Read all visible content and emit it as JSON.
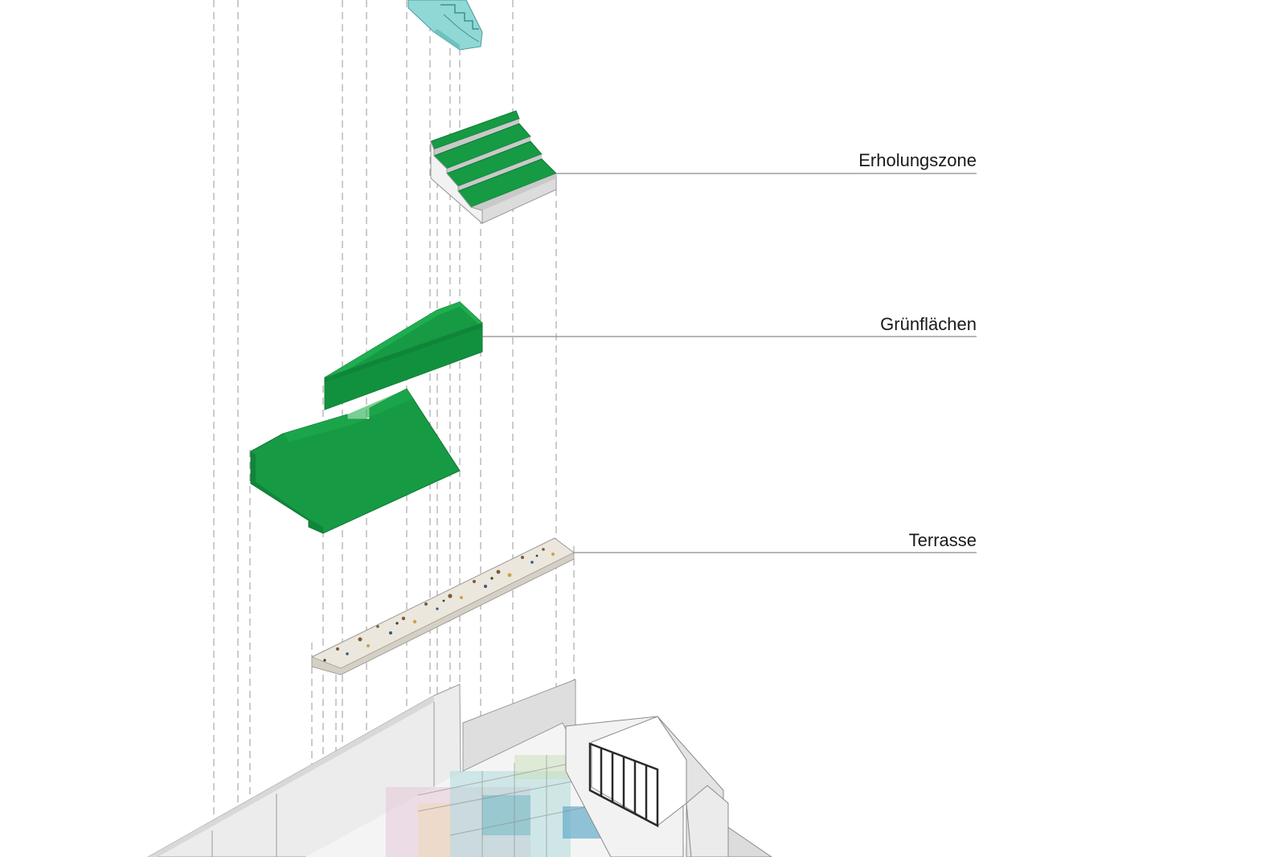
{
  "labels": {
    "recreation_zone": "Erholungszone",
    "green_areas": "Grünflächen",
    "terrace": "Terrasse"
  },
  "colors": {
    "green": "#169a44",
    "green_dark": "#0d7a33",
    "green_shade": "#1c8f40",
    "concrete": "#e9e9e9",
    "concrete_shade": "#d0d0d0",
    "glass": "#8fd8d6",
    "terrazzo": "#ece7dc",
    "window_frame": "#2a2a2a"
  },
  "icons": {
    "stair_glass": "glass-stair-element",
    "stair_green": "green-seating-steps",
    "terrace_slab": "terrazzo-slab",
    "building_base": "building-base-block"
  }
}
